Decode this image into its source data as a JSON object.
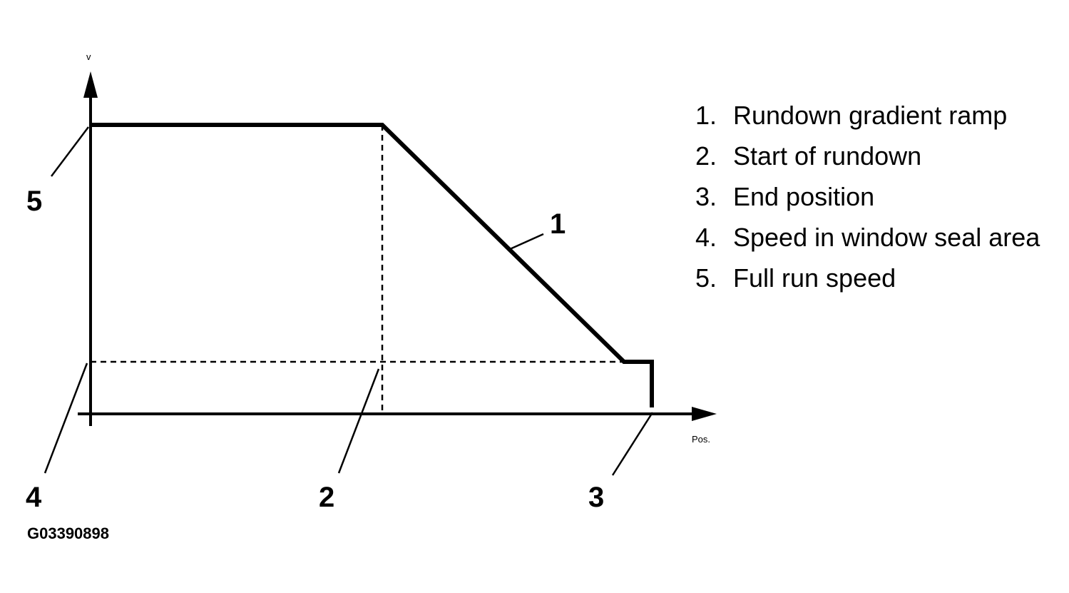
{
  "diagram": {
    "y_axis_label": "v",
    "x_axis_label": "Pos.",
    "figure_id": "G03390898",
    "callouts": [
      "1",
      "2",
      "3",
      "4",
      "5"
    ]
  },
  "legend": [
    {
      "num": "1.",
      "text": "Rundown gradient ramp"
    },
    {
      "num": "2.",
      "text": "Start of rundown"
    },
    {
      "num": "3.",
      "text": "End position"
    },
    {
      "num": "4.",
      "text": "Speed in window seal area"
    },
    {
      "num": "5.",
      "text": "Full run speed"
    }
  ]
}
